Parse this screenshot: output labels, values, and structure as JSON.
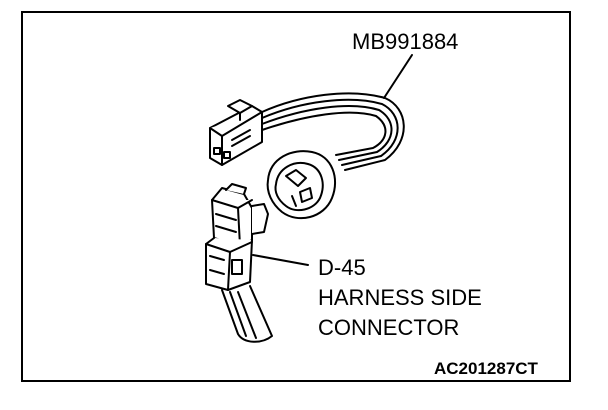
{
  "labels": {
    "tool_part_number": "MB991884",
    "connector_id": "D-45",
    "harness_line_1": "HARNESS SIDE",
    "harness_line_2": "CONNECTOR",
    "figure_code": "AC201287CT"
  },
  "colors": {
    "ink": "#000000",
    "paper": "#ffffff",
    "shade": "#d9d9d9"
  }
}
